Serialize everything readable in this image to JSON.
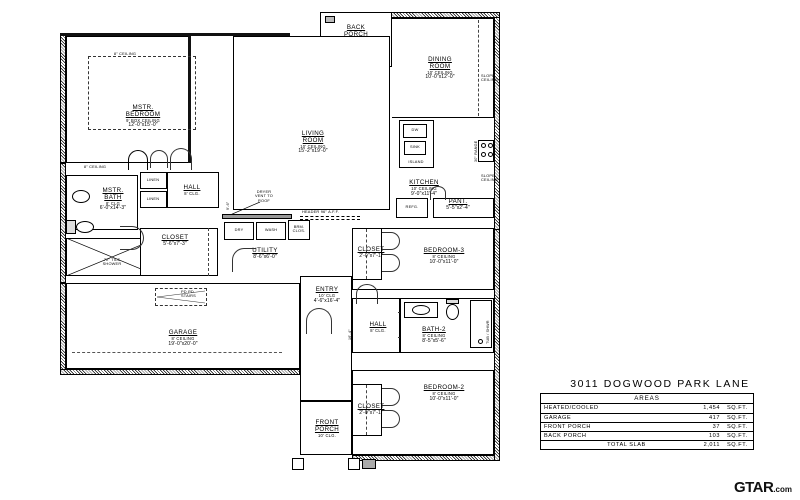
{
  "document": {
    "address": "3011  DOGWOOD  PARK  LANE",
    "watermark_brand": "GTAR",
    "watermark_tld": ".com"
  },
  "areas_table": {
    "header": "AREAS",
    "unit": "SQ.FT.",
    "rows": [
      {
        "label": "HEATED/COOLED",
        "value": "1,454",
        "unit": "SQ.FT."
      },
      {
        "label": "GARAGE",
        "value": "417",
        "unit": "SQ.FT."
      },
      {
        "label": "FRONT  PORCH",
        "value": "37",
        "unit": "SQ.FT."
      },
      {
        "label": "BACK  PORCH",
        "value": "103",
        "unit": "SQ.FT."
      },
      {
        "label": "TOTAL  SLAB",
        "value": "2,011",
        "unit": "SQ.FT."
      }
    ]
  },
  "rooms": {
    "master_bedroom": {
      "name": "MSTR.",
      "name2": "BEDROOM",
      "ceiling": "9'  BOX  CEILING",
      "dims": "12'-0\"x15'-0\""
    },
    "master_bath": {
      "name": "MSTR.",
      "name2": "BATH",
      "ceiling": "8'  CLG",
      "dims": "6'-0\"x14'-3\""
    },
    "master_closet": {
      "name": "CLOSET",
      "dims": "5'-6\"x7'-3\""
    },
    "hall_master": {
      "name": "HALL",
      "ceiling": "8'  CLG."
    },
    "living_room": {
      "name": "LIVING",
      "name2": "ROOM",
      "ceiling": "10'  CEILING",
      "dims": "15'-2\"x19'-0\""
    },
    "dining_room": {
      "name": "DINING",
      "name2": "ROOM",
      "ceiling": "10'  CEILING",
      "dims": "10'-0\"x12'-0\""
    },
    "kitchen": {
      "name": "KITCHEN",
      "ceiling": "10'  CEILING",
      "dims": "9'-0\"x11'-4\""
    },
    "pantry": {
      "name": "PANT.",
      "dims": "5'-5\"x2'-4\""
    },
    "back_porch": {
      "name": "BACK",
      "name2": "PORCH",
      "ceiling": "10'  CLG.",
      "dims": "5'-0\"x7'-0\""
    },
    "front_porch": {
      "name": "FRONT",
      "name2": "PORCH",
      "ceiling": "10'  CLG."
    },
    "utility": {
      "name": "UTILITY",
      "dims": "8'-6\"x6'-0\""
    },
    "entry": {
      "name": "ENTRY",
      "ceiling": "10'  CLG",
      "dims": "4'-6\"x16'-4\""
    },
    "garage": {
      "name": "GARAGE",
      "ceiling": "8'  CEILING",
      "dims": "19'-0\"x20'-0\""
    },
    "bedroom_3": {
      "name": "BEDROOM-3",
      "ceiling": "8'  CEILING",
      "dims": "10'-0\"x11'-0\""
    },
    "bedroom_3_closet": {
      "name": "CLOSET",
      "dims": "2'-0\"x7'-1\""
    },
    "bedroom_2": {
      "name": "BEDROOM-2",
      "ceiling": "8'  CEILING",
      "dims": "10'-0\"x11'-0\""
    },
    "bedroom_2_closet": {
      "name": "CLOSET",
      "dims": "2'-0\"x7'-1\""
    },
    "bath_2": {
      "name": "BATH-2",
      "ceiling": "8'  CEILING",
      "dims": "8'-5\"x5'-6\""
    },
    "hall_2": {
      "name": "HALL",
      "ceiling": "8'  CLG."
    }
  },
  "notes": {
    "ceiling_8_top": "8\"  CEILING",
    "ceiling_8_mstrbath": "8\"  CEILING",
    "dryer_vent": "DRYER\nVENT  TO\nROOF",
    "dryer_vent_l1": "DRYER",
    "dryer_vent_l2": "VENT  TO",
    "dryer_vent_l3": "ROOF",
    "header_aff": "HEADER  96\"  A.F.F.",
    "slope_ceiling_dining": "SLOPE\nCEILING",
    "slope_ceiling_l1": "SLOPE",
    "slope_ceiling_l2": "CEILING",
    "slope_ceiling_kitchen_l1": "SLOPE",
    "slope_ceiling_kitchen_l2": "CEILING",
    "pull_down_stairs_l1": "PD  PD",
    "pull_down_stairs_l2": "STAIRS",
    "tiled_shower_l1": "72\"  TILE",
    "tiled_shower_l2": "SHOWER",
    "range_30": "30\"  RANGE",
    "vert_dim_utility": "9'-6\"",
    "vert_dim_entry": "16'-4\"",
    "tub_shower_vert": "TUB / SHWR"
  },
  "fixtures": {
    "dishwasher": "DW",
    "sink": "SINK",
    "island": "ISLAND",
    "refrigerator": "REFG.",
    "dryer": "DRY",
    "washer": "WASH",
    "broom_closet_l1": "BRM.",
    "broom_closet_l2": "CLOS.",
    "linen_1": "LINEN",
    "linen_2": "LINEN"
  }
}
